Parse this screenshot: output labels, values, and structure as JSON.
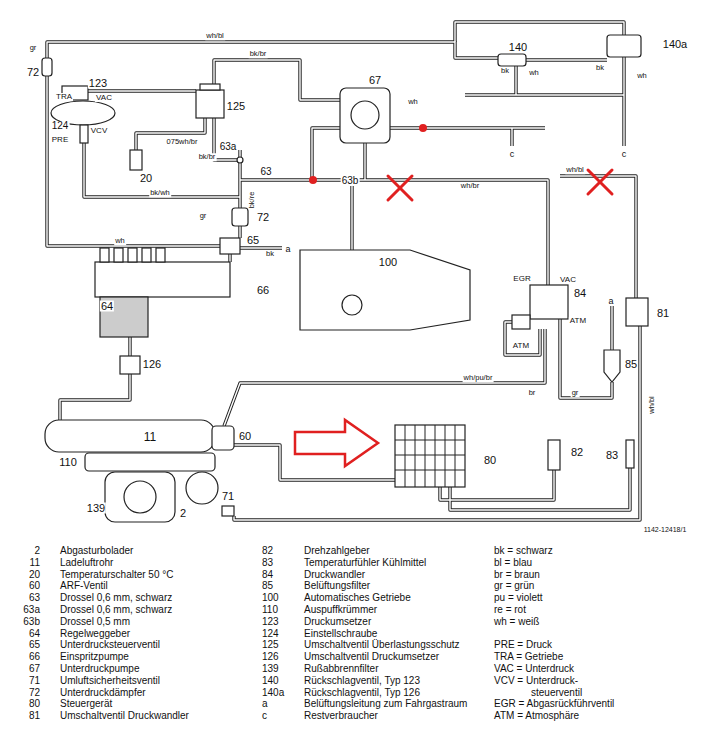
{
  "diagram": {
    "labels": [
      "gr",
      "72",
      "123",
      "TRA",
      "VAC",
      "124",
      "VCV",
      "PRE",
      "wh/bl",
      "bk/br",
      "125",
      "140",
      "bk",
      "wh",
      "140a",
      "bk",
      "wh",
      "67",
      "wh",
      "075wh/br",
      "63a",
      "bk/br",
      "c",
      "c",
      "20",
      "63",
      "63b",
      "wh/br",
      "wh/bl",
      "bk/re",
      "bk/wh",
      "gr",
      "72",
      "wh",
      "65",
      "bk",
      "a",
      "100",
      "66",
      "EGR",
      "VAC",
      "84",
      "a",
      "81",
      "64",
      "ATM",
      "ATM",
      "126",
      "85",
      "wh/pu/br",
      "br",
      "gr",
      "wh/bl",
      "11",
      "60",
      "80",
      "82",
      "83",
      "110",
      "71",
      "139",
      "2",
      "1142-12418/1",
      "2",
      "Abgasturbolader",
      "11",
      "Ladeluftrohr",
      "20",
      "Temperaturschalter 50 °C",
      "60",
      "ARF-Ventil",
      "63",
      "Drossel 0,6 mm, schwarz",
      "63a",
      "Drossel 0,6 mm, schwarz",
      "63b",
      "Drossel 0,5 mm",
      "64",
      "Regelweggeber",
      "65",
      "Unterdrucksteuerventil",
      "66",
      "Einspritzpumpe",
      "67",
      "Unterdruckpumpe",
      "71",
      "Umluftsicherheitsventil",
      "72",
      "Unterdruckdämpfer",
      "80",
      "Steuergerät",
      "81",
      "Umschaltventil Druckwandler",
      "82",
      "Drehzahlgeber",
      "83",
      "Temperaturfühler Kühlmittel",
      "84",
      "Druckwandler",
      "85",
      "Belüftungsfilter",
      "100",
      "Automatisches Getriebe",
      "110",
      "Auspuffkrümmer",
      "123",
      "Druckumsetzer",
      "124",
      "Einstellschraube",
      "125",
      "Umschaltventil Überlastungsschutz",
      "126",
      "Umschaltventil Druckumsetzer",
      "139",
      "Rußabbrennfilter",
      "140",
      "Rückschlagventil, Typ 123",
      "140a",
      "Rückschlagventil, Typ 126",
      "a",
      "Belüftungsleitung zum Fahrgastraum",
      "c",
      "Restverbraucher",
      "bk = schwarz",
      "bl = blau",
      "br = braun",
      "gr = grün",
      "pu = violett",
      "re = rot",
      "wh = weiß",
      "PRE = Druck",
      "TRA = Getriebe",
      "VAC = Unterdruck",
      "VCV = Unterdruck- steuerventil",
      "EGR = Abgasrückführventil",
      "ATM = Atmosphäre"
    ]
  }
}
